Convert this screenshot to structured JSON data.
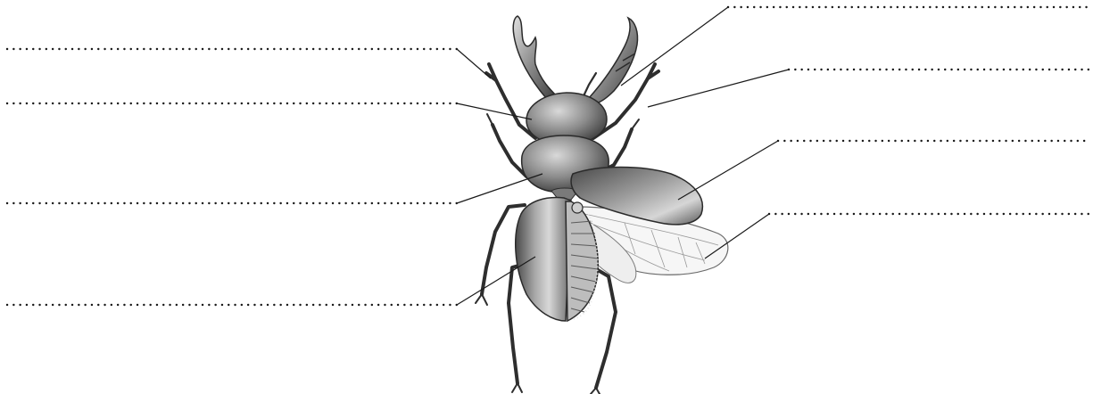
{
  "diagram": {
    "subject": "stag beetle",
    "line_color": "#1a1a1a",
    "dot_color": "#1a1a1a",
    "body_dark": "#3a3a3a",
    "body_mid": "#7a7a7a",
    "body_light": "#d2d2d2",
    "wing_color": "#f4f4f4",
    "labels": [
      {
        "id": "antenna",
        "side": "left",
        "text": ""
      },
      {
        "id": "head",
        "side": "left",
        "text": ""
      },
      {
        "id": "thorax",
        "side": "left",
        "text": ""
      },
      {
        "id": "elytron-closed",
        "side": "left",
        "text": ""
      },
      {
        "id": "mandible",
        "side": "right",
        "text": ""
      },
      {
        "id": "leg",
        "side": "right",
        "text": ""
      },
      {
        "id": "elytron-open",
        "side": "right",
        "text": ""
      },
      {
        "id": "hind-wing",
        "side": "right",
        "text": ""
      }
    ]
  }
}
